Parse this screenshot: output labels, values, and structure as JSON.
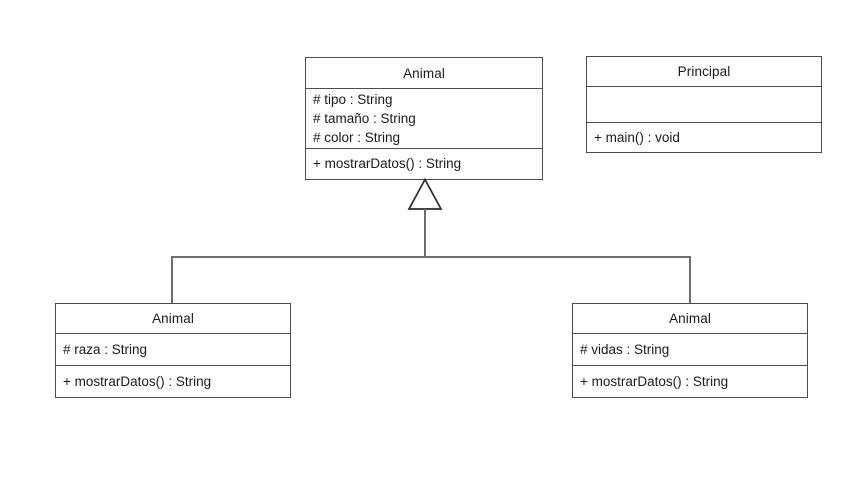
{
  "diagram": {
    "type": "uml-class-diagram",
    "background_color": "#ffffff",
    "border_color": "#4d4d4d",
    "connector_color": "#6e6e6e",
    "text_color": "#1a1a1a"
  },
  "classes": {
    "parent_animal": {
      "name": "Animal",
      "attributes": [
        "# tipo : String",
        "# tamaño : String",
        "# color : String"
      ],
      "methods": [
        "+ mostrarDatos() : String"
      ]
    },
    "principal": {
      "name": "Principal",
      "attributes": [],
      "methods": [
        "+ main() : void"
      ]
    },
    "child_left": {
      "name": "Animal",
      "attributes": [
        "# raza : String"
      ],
      "methods": [
        "+ mostrarDatos() : String"
      ]
    },
    "child_right": {
      "name": "Animal",
      "attributes": [
        "# vidas : String"
      ],
      "methods": [
        "+ mostrarDatos() : String"
      ]
    }
  },
  "relationships": [
    {
      "kind": "generalization",
      "from": "child_left",
      "to": "parent_animal",
      "arrowhead": "hollow-triangle"
    },
    {
      "kind": "generalization",
      "from": "child_right",
      "to": "parent_animal",
      "arrowhead": "hollow-triangle"
    }
  ]
}
